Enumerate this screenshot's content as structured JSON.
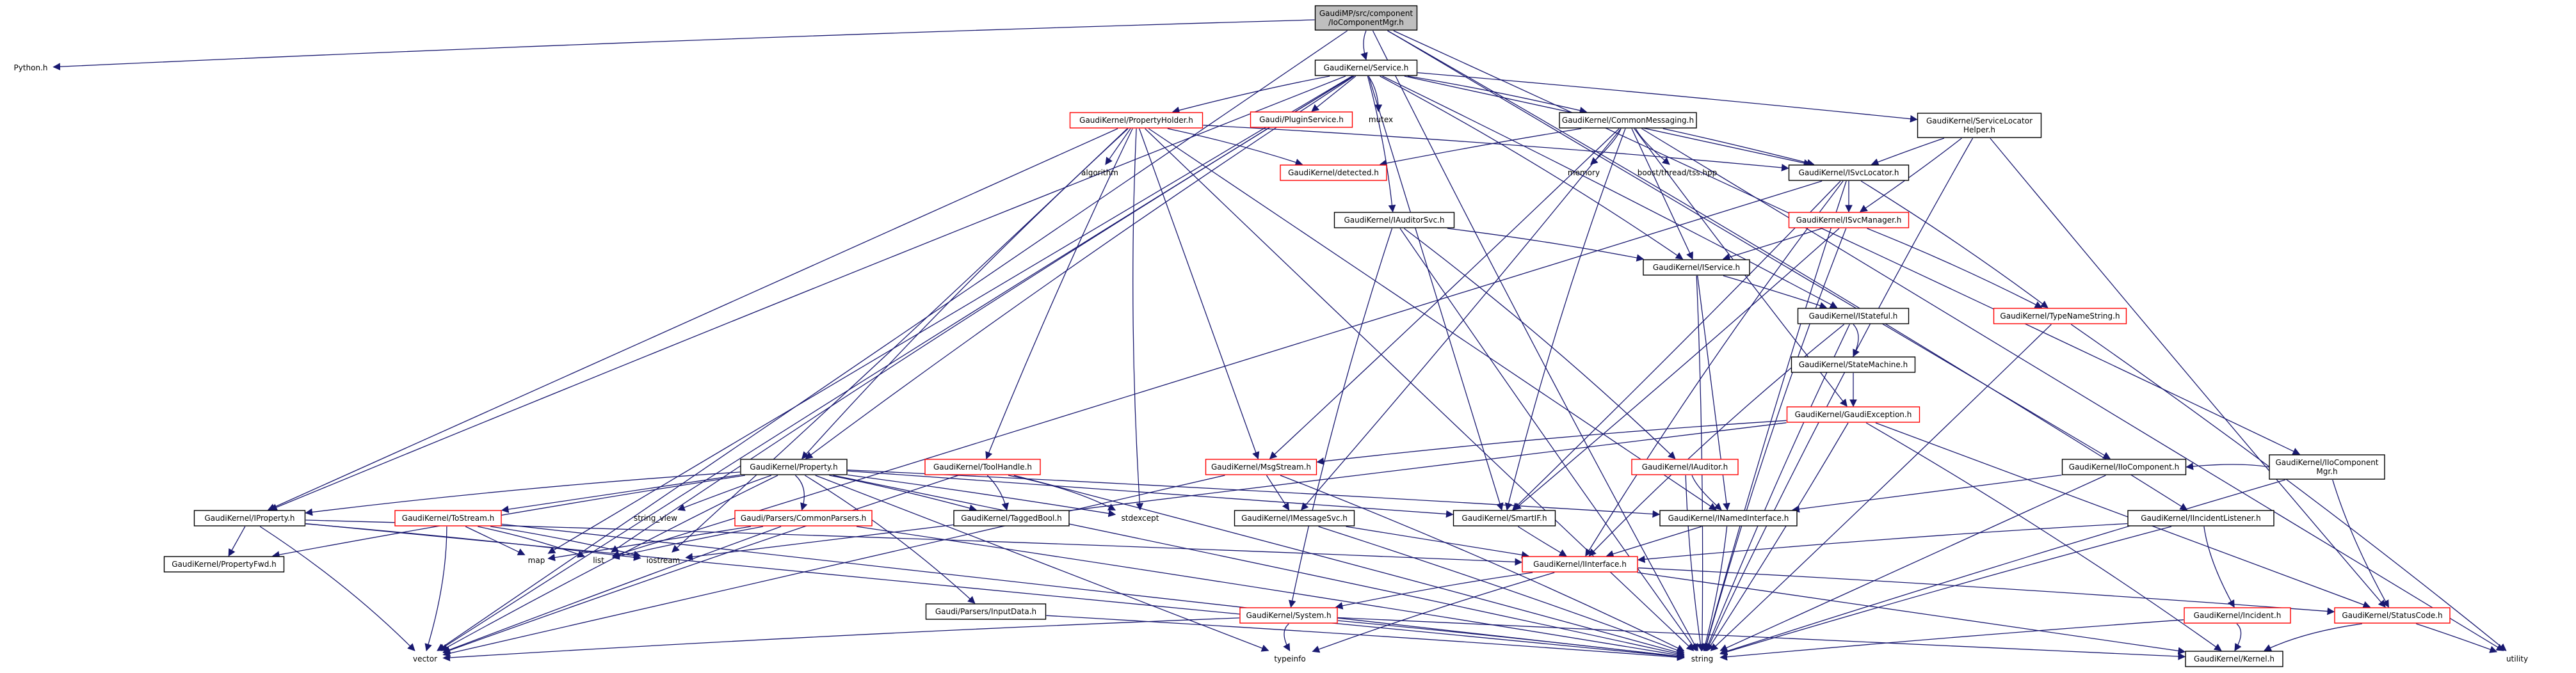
{
  "colors": {
    "edge": "#191970",
    "box_black": "#000000",
    "box_red": "#ff0000",
    "root_fill": "#bfbfbf",
    "plain_text": "#555555"
  },
  "nodes": [
    {
      "id": "root",
      "label": "GaudiMP/src/component\n/IoComponentMgr.h",
      "style": "root"
    },
    {
      "id": "python",
      "label": "Python.h",
      "style": "plain"
    },
    {
      "id": "service",
      "label": "GaudiKernel/Service.h",
      "style": "black"
    },
    {
      "id": "pluginsvc",
      "label": "Gaudi/PluginService.h",
      "style": "red"
    },
    {
      "id": "mutex",
      "label": "mutex",
      "style": "plain"
    },
    {
      "id": "propholder",
      "label": "GaudiKernel/PropertyHolder.h",
      "style": "red"
    },
    {
      "id": "commonmsg",
      "label": "GaudiKernel/CommonMessaging.h",
      "style": "black"
    },
    {
      "id": "svclocator_helper",
      "label": "GaudiKernel/ServiceLocator\nHelper.h",
      "style": "black"
    },
    {
      "id": "algorithm",
      "label": "algorithm",
      "style": "plain"
    },
    {
      "id": "detected",
      "label": "GaudiKernel/detected.h",
      "style": "red"
    },
    {
      "id": "memory",
      "label": "memory",
      "style": "plain"
    },
    {
      "id": "boostthread",
      "label": "boost/thread/tss.hpp",
      "style": "plain"
    },
    {
      "id": "isvclocator",
      "label": "GaudiKernel/ISvcLocator.h",
      "style": "black"
    },
    {
      "id": "iauditorsvc",
      "label": "GaudiKernel/IAuditorSvc.h",
      "style": "black"
    },
    {
      "id": "isvcmanager",
      "label": "GaudiKernel/ISvcManager.h",
      "style": "red"
    },
    {
      "id": "iservice",
      "label": "GaudiKernel/IService.h",
      "style": "black"
    },
    {
      "id": "istateful",
      "label": "GaudiKernel/IStateful.h",
      "style": "black"
    },
    {
      "id": "typenamestring",
      "label": "GaudiKernel/TypeNameString.h",
      "style": "red"
    },
    {
      "id": "statemachine",
      "label": "GaudiKernel/StateMachine.h",
      "style": "black"
    },
    {
      "id": "gaudiexception",
      "label": "GaudiKernel/GaudiException.h",
      "style": "red"
    },
    {
      "id": "property",
      "label": "GaudiKernel/Property.h",
      "style": "black"
    },
    {
      "id": "toolhandle",
      "label": "GaudiKernel/ToolHandle.h",
      "style": "red"
    },
    {
      "id": "msgstream",
      "label": "GaudiKernel/MsgStream.h",
      "style": "red"
    },
    {
      "id": "iauditor",
      "label": "GaudiKernel/IAuditor.h",
      "style": "red"
    },
    {
      "id": "iiocomponent",
      "label": "GaudiKernel/IIoComponent.h",
      "style": "black"
    },
    {
      "id": "iiocompmgr",
      "label": "GaudiKernel/IIoComponent\nMgr.h",
      "style": "black"
    },
    {
      "id": "iproperty",
      "label": "GaudiKernel/IProperty.h",
      "style": "black"
    },
    {
      "id": "tostream",
      "label": "GaudiKernel/ToStream.h",
      "style": "red"
    },
    {
      "id": "string_view",
      "label": "string_view",
      "style": "plain"
    },
    {
      "id": "commonparsers",
      "label": "Gaudi/Parsers/CommonParsers.h",
      "style": "red"
    },
    {
      "id": "taggedbool",
      "label": "GaudiKernel/TaggedBool.h",
      "style": "black"
    },
    {
      "id": "stdexcept",
      "label": "stdexcept",
      "style": "plain"
    },
    {
      "id": "smartif",
      "label": "GaudiKernel/SmartIF.h",
      "style": "black"
    },
    {
      "id": "inamedinterface",
      "label": "GaudiKernel/INamedInterface.h",
      "style": "black"
    },
    {
      "id": "iincidentlistener",
      "label": "GaudiKernel/IIncidentListener.h",
      "style": "black"
    },
    {
      "id": "propertyfwd",
      "label": "GaudiKernel/PropertyFwd.h",
      "style": "black"
    },
    {
      "id": "iostream",
      "label": "iostream",
      "style": "plain"
    },
    {
      "id": "map",
      "label": "map",
      "style": "plain"
    },
    {
      "id": "list",
      "label": "list",
      "style": "plain"
    },
    {
      "id": "imessagesvc",
      "label": "GaudiKernel/IMessageSvc.h",
      "style": "black"
    },
    {
      "id": "iinterface",
      "label": "GaudiKernel/IInterface.h",
      "style": "red"
    },
    {
      "id": "inputdata",
      "label": "Gaudi/Parsers/InputData.h",
      "style": "black"
    },
    {
      "id": "system",
      "label": "GaudiKernel/System.h",
      "style": "red"
    },
    {
      "id": "incident",
      "label": "GaudiKernel/Incident.h",
      "style": "red"
    },
    {
      "id": "statuscode",
      "label": "GaudiKernel/StatusCode.h",
      "style": "red"
    },
    {
      "id": "vector",
      "label": "vector",
      "style": "plain"
    },
    {
      "id": "typeinfo",
      "label": "typeinfo",
      "style": "plain"
    },
    {
      "id": "string",
      "label": "string",
      "style": "plain"
    },
    {
      "id": "kernel",
      "label": "GaudiKernel/Kernel.h",
      "style": "black"
    },
    {
      "id": "utility",
      "label": "utility",
      "style": "plain"
    }
  ],
  "edges": [
    [
      "root",
      "python"
    ],
    [
      "root",
      "service"
    ],
    [
      "root",
      "vector"
    ],
    [
      "root",
      "iiocompmgr"
    ],
    [
      "root",
      "iincidentlistener"
    ],
    [
      "root",
      "string"
    ],
    [
      "root",
      "iiocomponent"
    ],
    [
      "service",
      "pluginsvc"
    ],
    [
      "service",
      "mutex"
    ],
    [
      "service",
      "propholder"
    ],
    [
      "service",
      "commonmsg"
    ],
    [
      "service",
      "svclocator_helper"
    ],
    [
      "service",
      "isvclocator"
    ],
    [
      "service",
      "iauditorsvc"
    ],
    [
      "service",
      "iservice"
    ],
    [
      "service",
      "property"
    ],
    [
      "service",
      "iproperty"
    ],
    [
      "service",
      "smartif"
    ],
    [
      "service",
      "istateful"
    ],
    [
      "service",
      "map"
    ],
    [
      "service",
      "list"
    ],
    [
      "service",
      "vector"
    ],
    [
      "propholder",
      "algorithm"
    ],
    [
      "propholder",
      "detected"
    ],
    [
      "propholder",
      "isvclocator"
    ],
    [
      "propholder",
      "property"
    ],
    [
      "propholder",
      "toolhandle"
    ],
    [
      "propholder",
      "msgstream"
    ],
    [
      "propholder",
      "iproperty"
    ],
    [
      "propholder",
      "iostream"
    ],
    [
      "propholder",
      "stdexcept"
    ],
    [
      "propholder",
      "string"
    ],
    [
      "propholder",
      "inamedinterface"
    ],
    [
      "commonmsg",
      "detected"
    ],
    [
      "commonmsg",
      "memory"
    ],
    [
      "commonmsg",
      "boostthread"
    ],
    [
      "commonmsg",
      "isvclocator"
    ],
    [
      "commonmsg",
      "iservice"
    ],
    [
      "commonmsg",
      "msgstream"
    ],
    [
      "commonmsg",
      "imessagesvc"
    ],
    [
      "commonmsg",
      "smartif"
    ],
    [
      "commonmsg",
      "gaudiexception"
    ],
    [
      "commonmsg",
      "utility"
    ],
    [
      "svclocator_helper",
      "isvclocator"
    ],
    [
      "svclocator_helper",
      "isvcmanager"
    ],
    [
      "svclocator_helper",
      "string"
    ],
    [
      "svclocator_helper",
      "statuscode"
    ],
    [
      "isvclocator",
      "isvcmanager"
    ],
    [
      "isvclocator",
      "typenamestring"
    ],
    [
      "isvclocator",
      "smartif"
    ],
    [
      "isvclocator",
      "iinterface"
    ],
    [
      "isvclocator",
      "string"
    ],
    [
      "isvclocator",
      "list"
    ],
    [
      "iauditorsvc",
      "iservice"
    ],
    [
      "iauditorsvc",
      "iauditor"
    ],
    [
      "iauditorsvc",
      "system"
    ],
    [
      "iauditorsvc",
      "string"
    ],
    [
      "isvcmanager",
      "iservice"
    ],
    [
      "isvcmanager",
      "typenamestring"
    ],
    [
      "isvcmanager",
      "smartif"
    ],
    [
      "isvcmanager",
      "string"
    ],
    [
      "iservice",
      "istateful"
    ],
    [
      "iservice",
      "inamedinterface"
    ],
    [
      "iservice",
      "string"
    ],
    [
      "istateful",
      "statemachine"
    ],
    [
      "istateful",
      "iinterface"
    ],
    [
      "istateful",
      "string"
    ],
    [
      "statemachine",
      "gaudiexception"
    ],
    [
      "typenamestring",
      "string"
    ],
    [
      "typenamestring",
      "utility"
    ],
    [
      "gaudiexception",
      "msgstream"
    ],
    [
      "gaudiexception",
      "statuscode"
    ],
    [
      "gaudiexception",
      "iostream"
    ],
    [
      "gaudiexception",
      "string"
    ],
    [
      "gaudiexception",
      "kernel"
    ],
    [
      "property",
      "iproperty"
    ],
    [
      "property",
      "propertyfwd"
    ],
    [
      "property",
      "tostream"
    ],
    [
      "property",
      "string_view"
    ],
    [
      "property",
      "commonparsers"
    ],
    [
      "property",
      "taggedbool"
    ],
    [
      "property",
      "stdexcept"
    ],
    [
      "property",
      "smartif"
    ],
    [
      "property",
      "inamedinterface"
    ],
    [
      "property",
      "inputdata"
    ],
    [
      "property",
      "string"
    ],
    [
      "property",
      "vector"
    ],
    [
      "property",
      "typeinfo"
    ],
    [
      "toolhandle",
      "taggedbool"
    ],
    [
      "toolhandle",
      "stdexcept"
    ],
    [
      "toolhandle",
      "string"
    ],
    [
      "toolhandle",
      "vector"
    ],
    [
      "msgstream",
      "imessagesvc"
    ],
    [
      "msgstream",
      "vector"
    ],
    [
      "msgstream",
      "string"
    ],
    [
      "iauditor",
      "inamedinterface"
    ],
    [
      "iauditor",
      "string"
    ],
    [
      "iiocomponent",
      "inamedinterface"
    ],
    [
      "iiocomponent",
      "string"
    ],
    [
      "iiocompmgr",
      "iiocomponent"
    ],
    [
      "iiocompmgr",
      "statuscode"
    ],
    [
      "iiocompmgr",
      "string"
    ],
    [
      "iproperty",
      "propertyfwd"
    ],
    [
      "iproperty",
      "iostream"
    ],
    [
      "iproperty",
      "vector"
    ],
    [
      "iproperty",
      "iinterface"
    ],
    [
      "iproperty",
      "string"
    ],
    [
      "tostream",
      "map"
    ],
    [
      "tostream",
      "list"
    ],
    [
      "tostream",
      "vector"
    ],
    [
      "tostream",
      "iostream"
    ],
    [
      "tostream",
      "string"
    ],
    [
      "commonparsers",
      "map"
    ],
    [
      "commonparsers",
      "list"
    ],
    [
      "commonparsers",
      "vector"
    ],
    [
      "commonparsers",
      "string"
    ],
    [
      "smartif",
      "iinterface"
    ],
    [
      "inamedinterface",
      "iinterface"
    ],
    [
      "inamedinterface",
      "string"
    ],
    [
      "iincidentlistener",
      "iinterface"
    ],
    [
      "iincidentlistener",
      "incident"
    ],
    [
      "iincidentlistener",
      "string"
    ],
    [
      "imessagesvc",
      "iinterface"
    ],
    [
      "imessagesvc",
      "string"
    ],
    [
      "iinterface",
      "system"
    ],
    [
      "iinterface",
      "statuscode"
    ],
    [
      "iinterface",
      "typeinfo"
    ],
    [
      "iinterface",
      "kernel"
    ],
    [
      "inputdata",
      "string"
    ],
    [
      "system",
      "vector"
    ],
    [
      "system",
      "typeinfo"
    ],
    [
      "system",
      "string"
    ],
    [
      "system",
      "kernel"
    ],
    [
      "incident",
      "string"
    ],
    [
      "incident",
      "kernel"
    ],
    [
      "statuscode",
      "kernel"
    ],
    [
      "statuscode",
      "utility"
    ]
  ]
}
